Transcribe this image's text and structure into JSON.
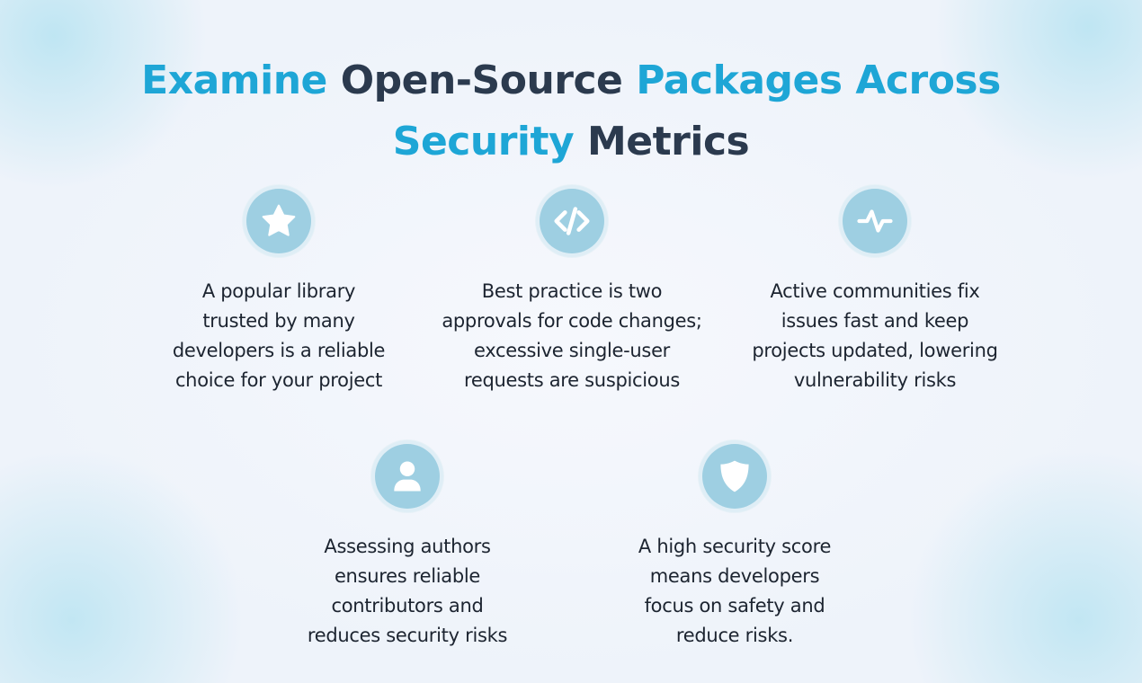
{
  "title": {
    "line1": [
      {
        "text": "Examine",
        "highlight": true
      },
      {
        "text": " Open-Source ",
        "highlight": false
      },
      {
        "text": "Packages Across",
        "highlight": true
      }
    ],
    "line2": [
      {
        "text": "Security",
        "highlight": true
      },
      {
        "text": " Metrics",
        "highlight": false
      }
    ]
  },
  "colors": {
    "highlight": "#1ea6d6",
    "heading": "#2b3a4e",
    "icon_bg": "#9ecfe2",
    "body_text": "#1c2430"
  },
  "items": [
    {
      "icon": "star-icon",
      "lines": [
        "A popular library",
        "trusted by many",
        "developers is a reliable",
        "choice for your project"
      ]
    },
    {
      "icon": "code-icon",
      "lines": [
        "Best practice is two",
        "approvals for code changes;",
        "excessive single-user",
        "requests are suspicious"
      ]
    },
    {
      "icon": "activity-icon",
      "lines": [
        "Active communities fix",
        "issues fast and keep",
        "projects updated, lowering",
        "vulnerability risks"
      ]
    },
    {
      "icon": "user-icon",
      "lines": [
        "Assessing authors",
        "ensures reliable",
        "contributors and",
        "reduces security risks"
      ]
    },
    {
      "icon": "shield-icon",
      "lines": [
        "A high security score",
        "means developers",
        "focus on safety and",
        "reduce risks."
      ]
    }
  ]
}
